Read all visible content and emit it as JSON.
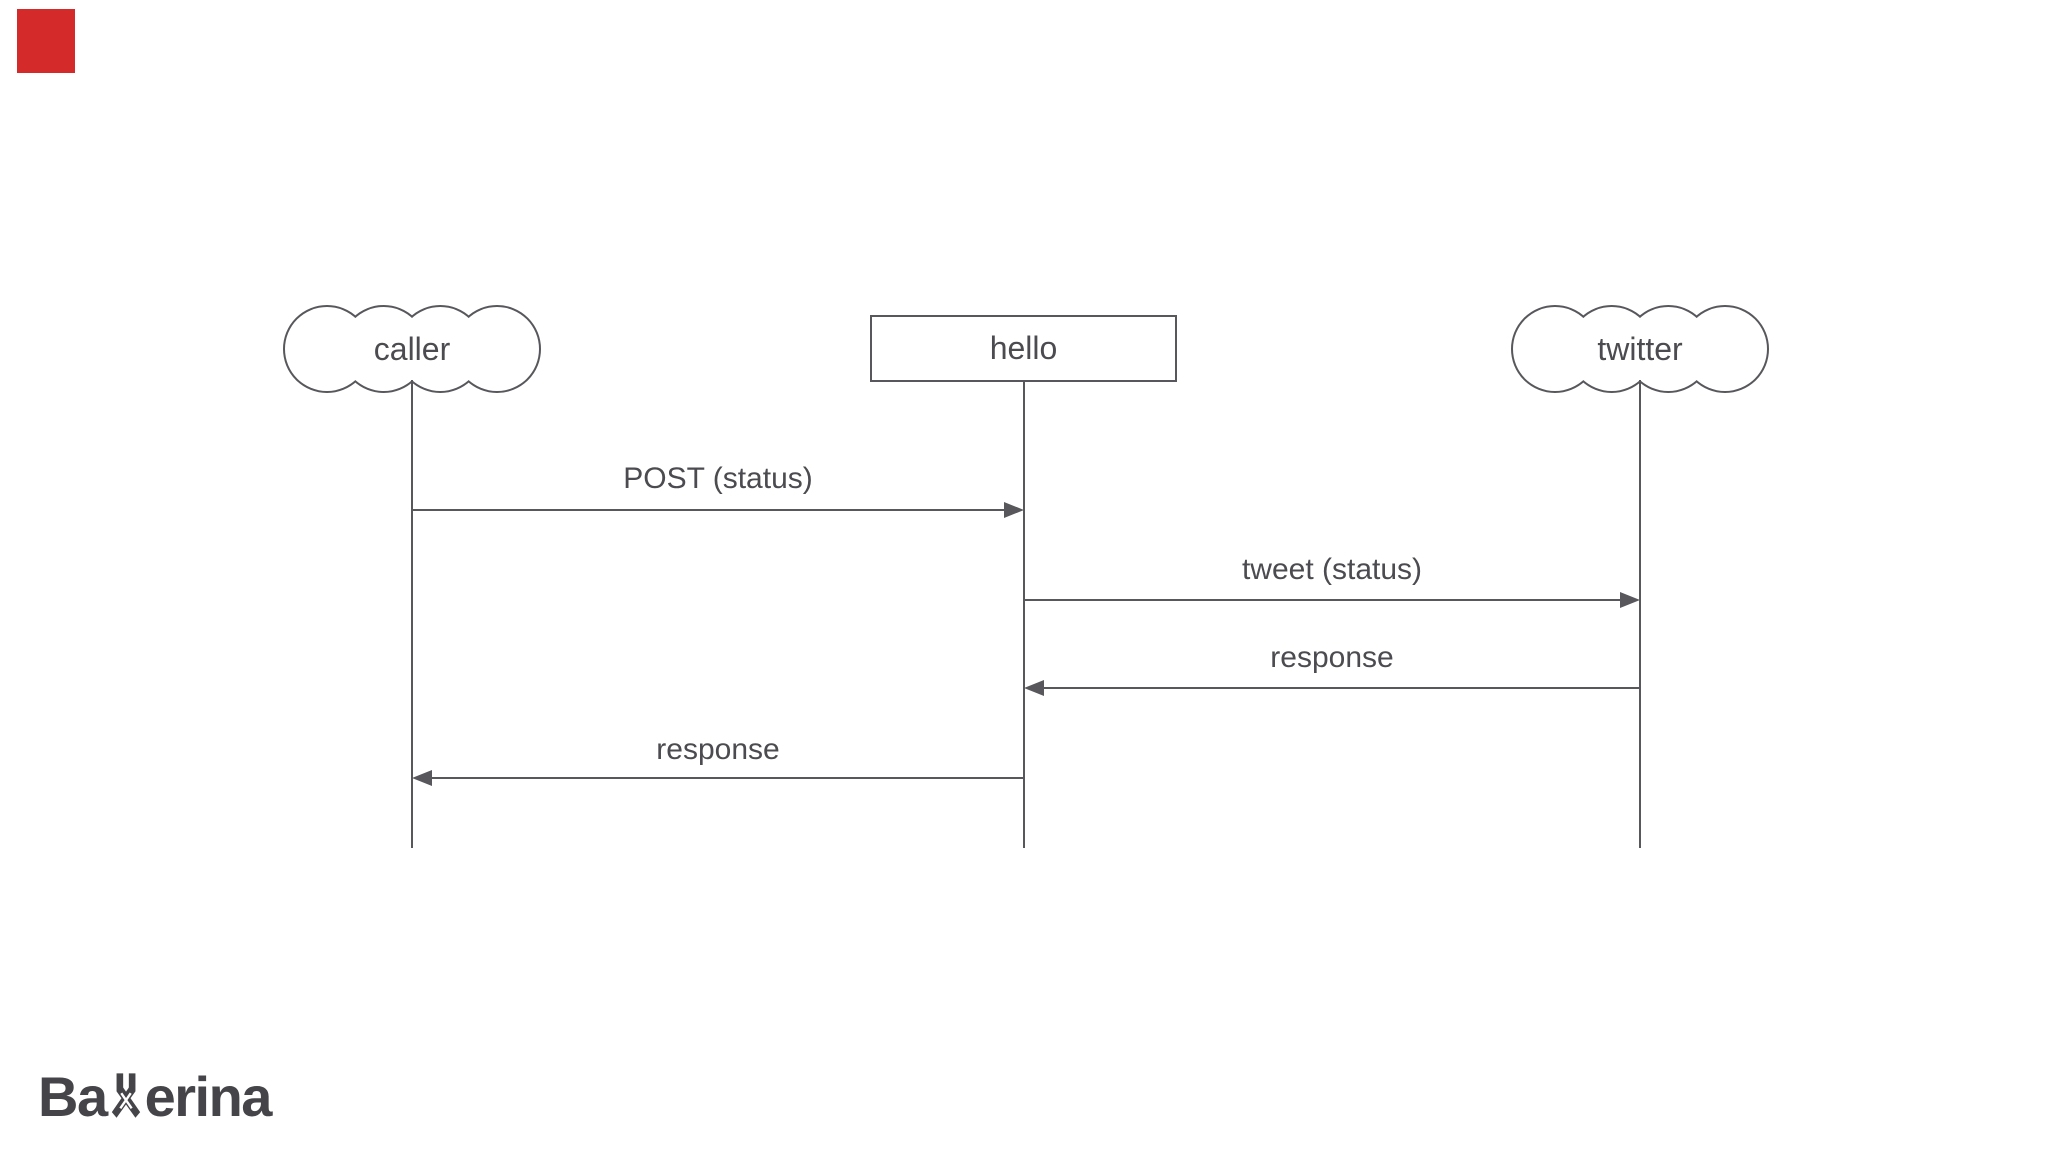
{
  "theme": {
    "background": "#ffffff",
    "line_color": "#57575c",
    "text_color": "#4b4b50",
    "logo_color": "#454549",
    "marker_color": "#d42a2a"
  },
  "top_left_marker": {
    "shape": "red-rectangle",
    "color": "#d42a2a"
  },
  "diagram": {
    "type": "sequence-diagram",
    "participants": [
      {
        "label": "caller",
        "shape": "cloud",
        "icon": "cloud-shape"
      },
      {
        "label": "hello",
        "shape": "rectangle",
        "icon": "service-box"
      },
      {
        "label": "twitter",
        "shape": "cloud",
        "icon": "cloud-shape"
      }
    ],
    "messages": [
      {
        "label": "POST (status)",
        "from": "caller",
        "to": "hello",
        "direction": "right"
      },
      {
        "label": "tweet (status)",
        "from": "hello",
        "to": "twitter",
        "direction": "right"
      },
      {
        "label": "response",
        "from": "twitter",
        "to": "hello",
        "direction": "left"
      },
      {
        "label": "response",
        "from": "hello",
        "to": "caller",
        "direction": "left"
      }
    ]
  },
  "branding": {
    "logo_text": "Ballerina",
    "logo_prefix": "Ba",
    "logo_suffix": "erina",
    "logo_mark": "crossed-ballet-legs-icon"
  }
}
